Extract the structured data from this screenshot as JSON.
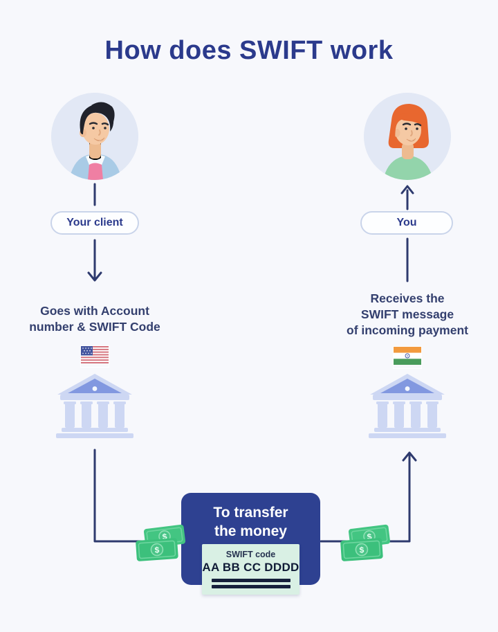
{
  "title": "How does SWIFT work",
  "left": {
    "avatar_icon": "male-client-avatar",
    "label": "Your client",
    "description_lines": [
      "Goes with Account",
      "number & SWIFT Code"
    ],
    "flag_icon": "us-flag",
    "bank_icon": "bank-building"
  },
  "right": {
    "avatar_icon": "female-you-avatar",
    "label": "You",
    "description_lines": [
      "Receives the",
      "SWIFT message",
      "of incoming payment"
    ],
    "flag_icon": "india-flag",
    "bank_icon": "bank-building"
  },
  "center": {
    "box_lines": [
      "To transfer",
      "the money"
    ],
    "card": {
      "label": "SWIFT code",
      "code": "AA BB CC DDDD"
    },
    "money_icon": "cash-bills"
  },
  "colors": {
    "background": "#f7f8fc",
    "title_blue": "#2b3a8c",
    "line_navy": "#2e3a6e",
    "box_blue": "#2e4191",
    "card_mint": "#d9f0e4",
    "money_green": "#3cc07c",
    "bank_light": "#cdd7f3",
    "bank_pediment": "#8298e0"
  }
}
